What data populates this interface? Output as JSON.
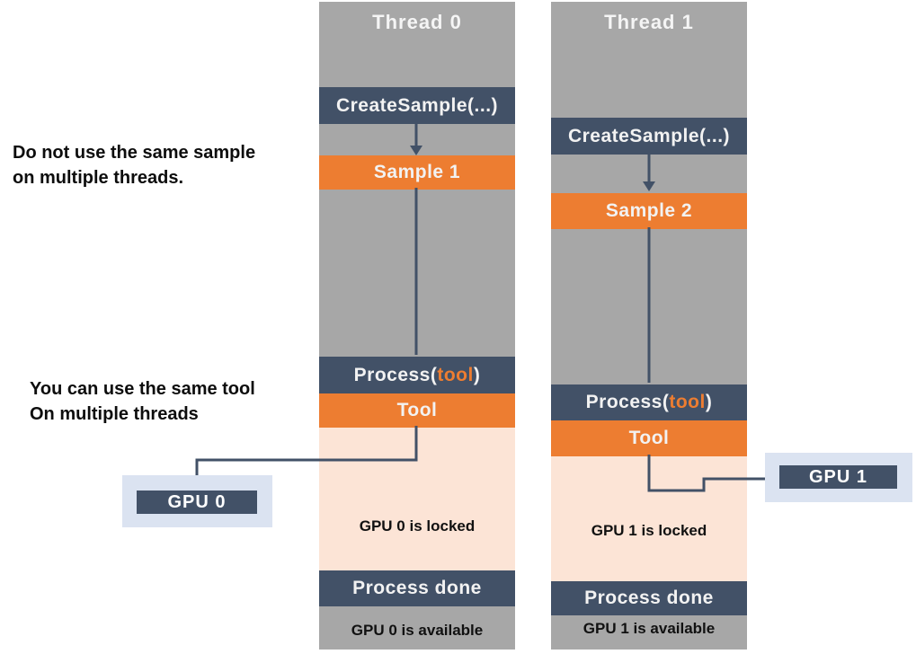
{
  "colors": {
    "column_gray": "#a7a7a7",
    "bar_navy": "#425167",
    "accent_orange": "#ed7d31",
    "locked_peach": "#fce4d6",
    "gpu_box_blue": "#dbe3f1",
    "connector": "#425167"
  },
  "annotations": {
    "sample_note_line1": "Do not use the same sample",
    "sample_note_line2": "on multiple threads.",
    "tool_note_line1": "You can use the same tool",
    "tool_note_line2": "On multiple threads"
  },
  "threads": [
    {
      "title": "Thread 0",
      "create_sample_label": "CreateSample(...)",
      "sample_label": "Sample 1",
      "process_prefix": "Process(",
      "process_tool": "tool",
      "process_suffix": ")",
      "tool_label": "Tool",
      "locked_label": "GPU 0 is locked",
      "process_done_label": "Process done",
      "available_label": "GPU 0 is available",
      "gpu_label": "GPU 0"
    },
    {
      "title": "Thread 1",
      "create_sample_label": "CreateSample(...)",
      "sample_label": "Sample 2",
      "process_prefix": "Process(",
      "process_tool": "tool",
      "process_suffix": ")",
      "tool_label": "Tool",
      "locked_label": "GPU 1 is locked",
      "process_done_label": "Process done",
      "available_label": "GPU 1 is available",
      "gpu_label": "GPU 1"
    }
  ]
}
